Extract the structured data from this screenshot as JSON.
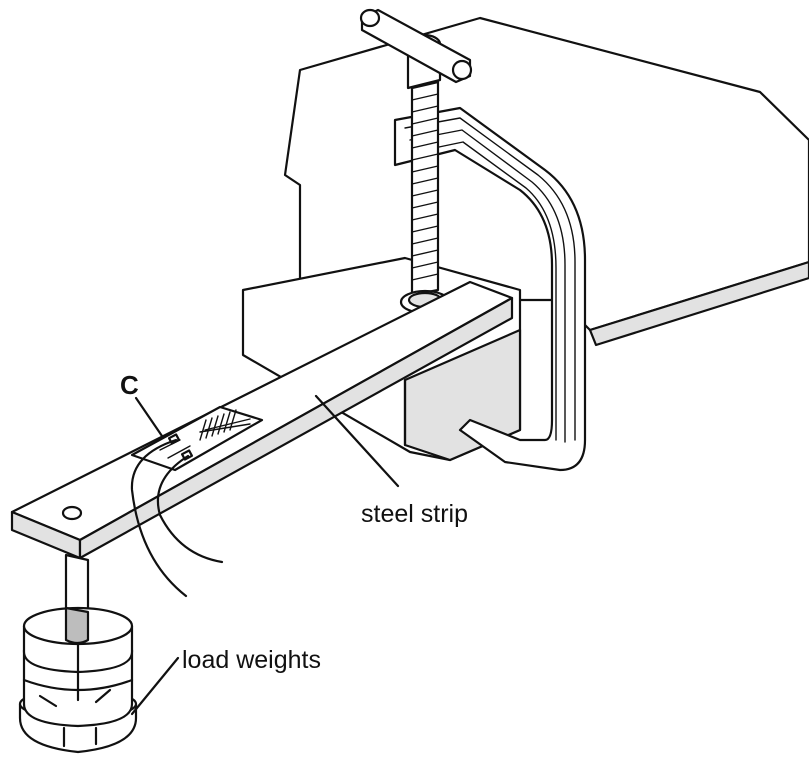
{
  "labels": {
    "gauge": "C",
    "strip": "steel strip",
    "weights": "load weights"
  },
  "colors": {
    "ink": "#111111",
    "background": "#ffffff",
    "shade_light": "#e2e2e2",
    "shade_dark": "#bdbdbd"
  }
}
